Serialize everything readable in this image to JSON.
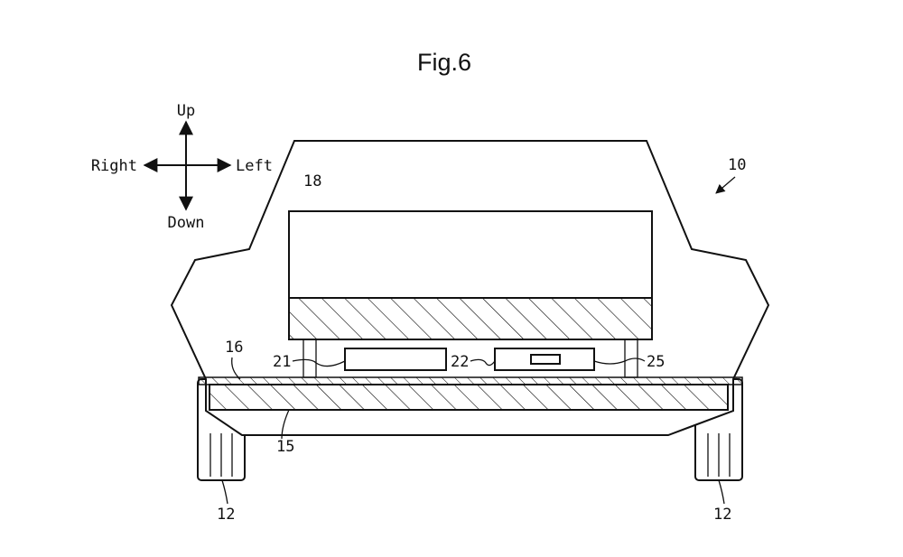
{
  "figure": {
    "title": "Fig.6",
    "directions": {
      "up": "Up",
      "down": "Down",
      "right": "Right",
      "left": "Left"
    },
    "labels": {
      "vehicle": "10",
      "wheel_left": "12",
      "wheel_right": "12",
      "floor_panel": "15",
      "battery_cover": "16",
      "battery_case": "18",
      "part_21": "21",
      "part_22": "22",
      "part_25": "25"
    }
  }
}
